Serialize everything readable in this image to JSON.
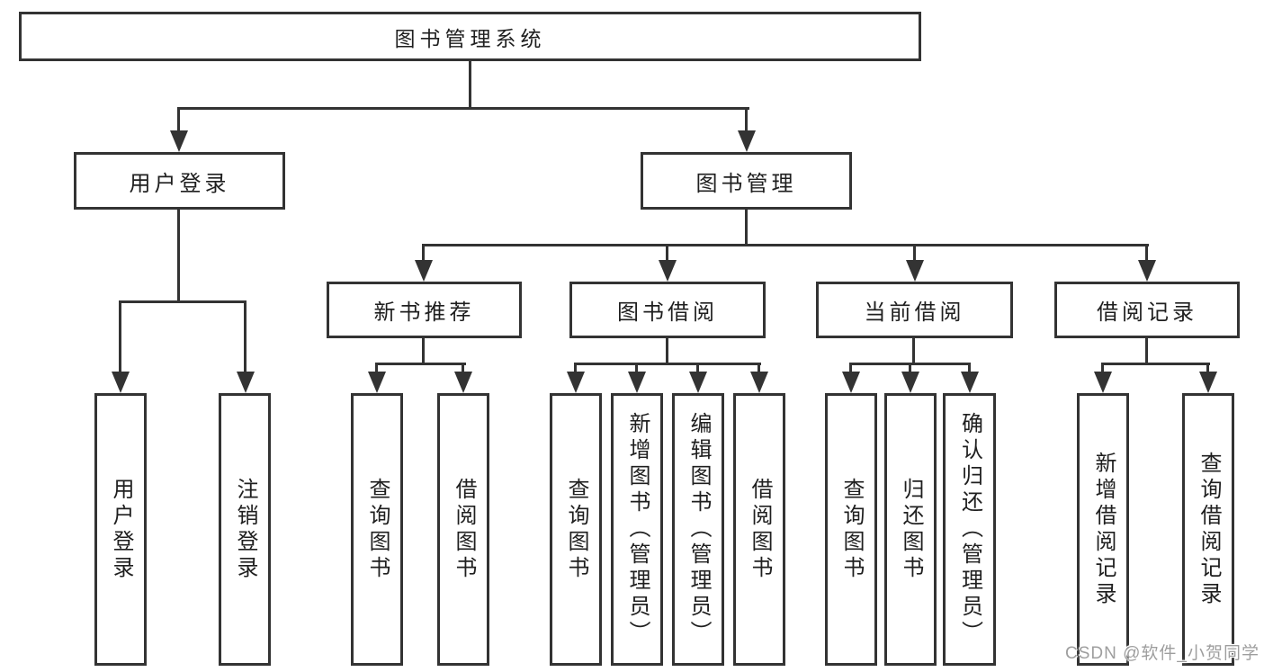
{
  "diagram": {
    "title": "图书管理系统",
    "level2": [
      "用户登录",
      "图书管理"
    ],
    "level3": [
      "新书推荐",
      "图书借阅",
      "当前借阅",
      "借阅记录"
    ],
    "level4": {
      "under_user_login": [
        "用户登录",
        "注销登录"
      ],
      "under_new_book_recommend": [
        "查询图书",
        "借阅图书"
      ],
      "under_book_borrow": [
        "查询图书",
        "新增图书（管理员）",
        "编辑图书（管理员）",
        "借阅图书"
      ],
      "under_current_borrow": [
        "查询图书",
        "归还图书",
        "确认归还（管理员）"
      ],
      "under_borrow_records": [
        "新增借阅记录",
        "查询借阅记录"
      ]
    },
    "watermark": "CSDN @软件_小贺同学",
    "colors": {
      "line": "#333333",
      "text": "#1f1f1f",
      "watermark": "#9e9e9e",
      "background": "#ffffff"
    }
  }
}
